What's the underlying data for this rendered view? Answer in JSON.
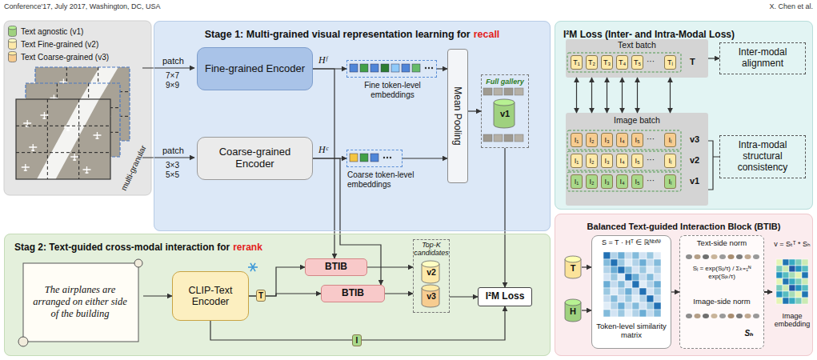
{
  "diagram": {
    "nodes": [
      {
        "text": [
          "Stage 1: Multi-grained visual representation learning for",
          "recall"
        ]
      },
      {
        "text": [
          "Fine-grained Encoder"
        ],
        "in": 0
      },
      {
        "text": [
          "Fine token-level embeddings"
        ],
        "in": 0
      },
      {
        "text": [
          "Mean Pooling"
        ],
        "in": 0
      },
      {
        "text": [
          "Full gallery",
          "v1"
        ],
        "in": 0
      },
      {
        "text": [
          "Coarse-grained Encoder"
        ],
        "in": 0
      },
      {
        "text": [
          "Coarse token-level embeddings"
        ],
        "in": 0
      },
      {
        "text": [
          "Stag 2: Text-guided cross-modal interaction for",
          "rerank"
        ]
      },
      {
        "text": [
          "The airplanes are arranged on either side of the building"
        ],
        "in": 7
      },
      {
        "text": [
          "CLIP-Text Encoder"
        ],
        "in": 7
      },
      {
        "text": [
          "BTIB"
        ],
        "in": 7
      },
      {
        "text": [
          "BTIB"
        ],
        "in": 7
      },
      {
        "text": [
          "Top-K candidates",
          "v2",
          "v3"
        ],
        "in": 7
      },
      {
        "text": [
          "I²M Loss"
        ],
        "in": 7
      },
      {
        "text": [
          "I²M Loss (Inter- and Intra-Modal Loss)"
        ]
      },
      {
        "text": [
          "Text batch"
        ],
        "in": 14
      },
      {
        "text": [
          "Inter-modal alignment"
        ],
        "in": 14
      },
      {
        "text": [
          "Image batch"
        ],
        "in": 14
      },
      {
        "text": [
          "Intra-modal structural consistency"
        ],
        "in": 14
      },
      {
        "text": [
          "Balanced Text-guided Interaction Block (BTIB)"
        ]
      },
      {
        "text": [
          "T"
        ],
        "in": 19
      },
      {
        "text": [
          "H"
        ],
        "in": 19
      },
      {
        "text": [
          "S = T · Hᵀ ∈ ℝᴺᵗˣᴺⁱ",
          "Token-level similarity matrix"
        ],
        "in": 19
      },
      {
        "text": [
          "Text-side norm",
          "Sᵢ = exp(Sᵢⱼ/τ) / Σₖ₌₁ᴺ exp(Sᵢₖ/τ)",
          "Image-side norm",
          "Sₕ"
        ],
        "in": 19
      },
      {
        "text": [
          "v = Sₜᵀ * Sₕ",
          "Image embedding"
        ],
        "in": 19
      }
    ],
    "edges": [
      {
        "from": 1,
        "to": 2,
        "arrow": "to",
        "label": "Hᶠ"
      },
      {
        "from": 5,
        "to": 6,
        "arrow": "to",
        "label": "Hᶜ"
      },
      {
        "from": 2,
        "to": 3,
        "arrow": "to"
      },
      {
        "from": 6,
        "to": 3,
        "arrow": "to"
      },
      {
        "from": 3,
        "to": 4,
        "arrow": "to"
      },
      {
        "from": 4,
        "to": 13,
        "arrow": "to"
      },
      {
        "from": 1,
        "to": 10,
        "arrow": "to"
      },
      {
        "from": 5,
        "to": 11,
        "arrow": "to"
      },
      {
        "from": 8,
        "to": 9,
        "arrow": "to"
      },
      {
        "from": 9,
        "to": 10,
        "arrow": "to"
      },
      {
        "from": 9,
        "to": 11,
        "arrow": "to"
      },
      {
        "from": 10,
        "to": 12,
        "arrow": "to"
      },
      {
        "from": 11,
        "to": 12,
        "arrow": "to"
      },
      {
        "from": 12,
        "to": 13,
        "arrow": "to"
      },
      {
        "from": 9,
        "to": 13,
        "arrow": "to"
      },
      {
        "from": 15,
        "to": 16,
        "arrow": "to"
      },
      {
        "from": 17,
        "to": 18,
        "arrow": "none"
      },
      {
        "from": 15,
        "to": 17,
        "arrow": "both"
      },
      {
        "from": 15,
        "to": 17,
        "arrow": "both"
      },
      {
        "from": 15,
        "to": 17,
        "arrow": "both"
      },
      {
        "from": 15,
        "to": 17,
        "arrow": "both"
      },
      {
        "from": 15,
        "to": 17,
        "arrow": "both"
      },
      {
        "from": 15,
        "to": 17,
        "arrow": "both"
      },
      {
        "from": 20,
        "to": 22,
        "arrow": "to"
      },
      {
        "from": 21,
        "to": 22,
        "arrow": "to"
      },
      {
        "from": 22,
        "to": 23,
        "arrow": "to"
      },
      {
        "from": 23,
        "to": 24,
        "arrow": "to"
      }
    ],
    "labels": [
      "Conference'17, July 2017, Washington, DC, USA",
      "X. Chen et al.",
      "multi-granular",
      "patch",
      "7×7",
      "9×9",
      "patch",
      "3×3",
      "5×5",
      "T",
      "I",
      "T₁",
      "T₂",
      "T₃",
      "T₄",
      "T₅",
      "···",
      "Tᵢ",
      "T",
      "I₁",
      "I₂",
      "I₃",
      "I₄",
      "I₅",
      "···",
      "Iᵢ",
      "v3",
      "I₁",
      "I₂",
      "I₃",
      "I₄",
      "I₅",
      "···",
      "Iᵢ",
      "v2",
      "I₁",
      "I₂",
      "I₃",
      "I₄",
      "I₅",
      "···",
      "Iᵢ",
      "v1"
    ],
    "legend": [
      {
        "text": "Text agnostic (v1)",
        "color": "#9fd17f"
      },
      {
        "text": "Text Fine-grained (v2)",
        "color": "#fde9a9"
      },
      {
        "text": "Text Coarse-grained (v3)",
        "color": "#f7cc90"
      }
    ]
  }
}
